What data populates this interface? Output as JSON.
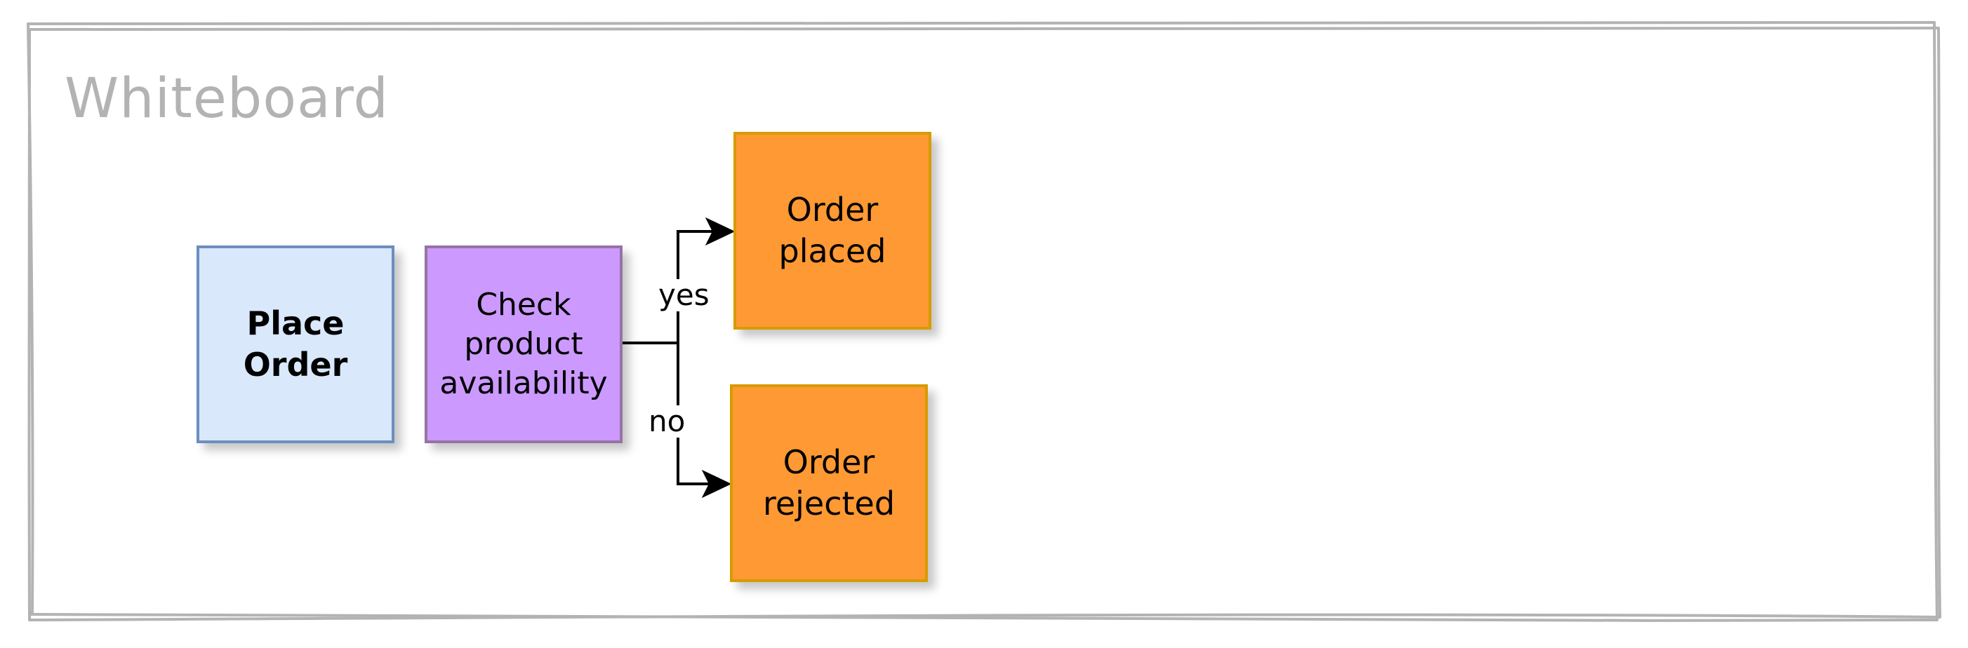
{
  "board": {
    "title": "Whiteboard"
  },
  "nodes": {
    "place_order": "Place\nOrder",
    "check_availability": "Check\nproduct\navailability",
    "order_placed": "Order\nplaced",
    "order_rejected": "Order\nrejected"
  },
  "edges": {
    "yes_label": "yes",
    "no_label": "no"
  },
  "colors": {
    "frame": "#b3b3b3",
    "place_order_fill": "#dae8fc",
    "place_order_stroke": "#6c8ebf",
    "check_fill": "#cc99ff",
    "check_stroke": "#9673a6",
    "outcome_fill": "#ff9933",
    "outcome_stroke": "#d79b00",
    "edge": "#000000"
  }
}
